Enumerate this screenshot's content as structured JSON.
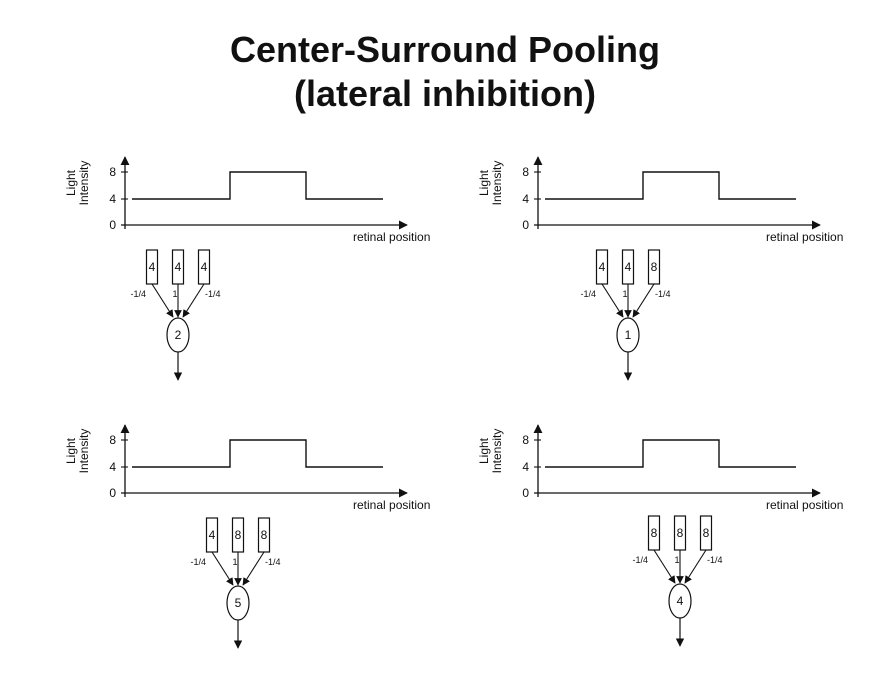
{
  "slide": {
    "title_line1": "Center-Surround Pooling",
    "title_line2": "(lateral inhibition)"
  },
  "panels": [
    {
      "y_label_line1": "Light",
      "y_label_line2": "Intensity",
      "y_ticks": [
        "8",
        "4",
        "0"
      ],
      "x_label": "retinal position",
      "inputs": [
        "4",
        "4",
        "4"
      ],
      "weights": [
        "-1/4",
        "1",
        "-1/4"
      ],
      "output": "2"
    },
    {
      "y_label_line1": "Light",
      "y_label_line2": "Intensity",
      "y_ticks": [
        "8",
        "4",
        "0"
      ],
      "x_label": "retinal position",
      "inputs": [
        "4",
        "4",
        "8"
      ],
      "weights": [
        "-1/4",
        "1",
        "-1/4"
      ],
      "output": "1"
    },
    {
      "y_label_line1": "Light",
      "y_label_line2": "Intensity",
      "y_ticks": [
        "8",
        "4",
        "0"
      ],
      "x_label": "retinal position",
      "inputs": [
        "4",
        "8",
        "8"
      ],
      "weights": [
        "-1/4",
        "1",
        "-1/4"
      ],
      "output": "5"
    },
    {
      "y_label_line1": "Light",
      "y_label_line2": "Intensity",
      "y_ticks": [
        "8",
        "4",
        "0"
      ],
      "x_label": "retinal position",
      "inputs": [
        "8",
        "8",
        "8"
      ],
      "weights": [
        "-1/4",
        "1",
        "-1/4"
      ],
      "output": "4"
    }
  ]
}
